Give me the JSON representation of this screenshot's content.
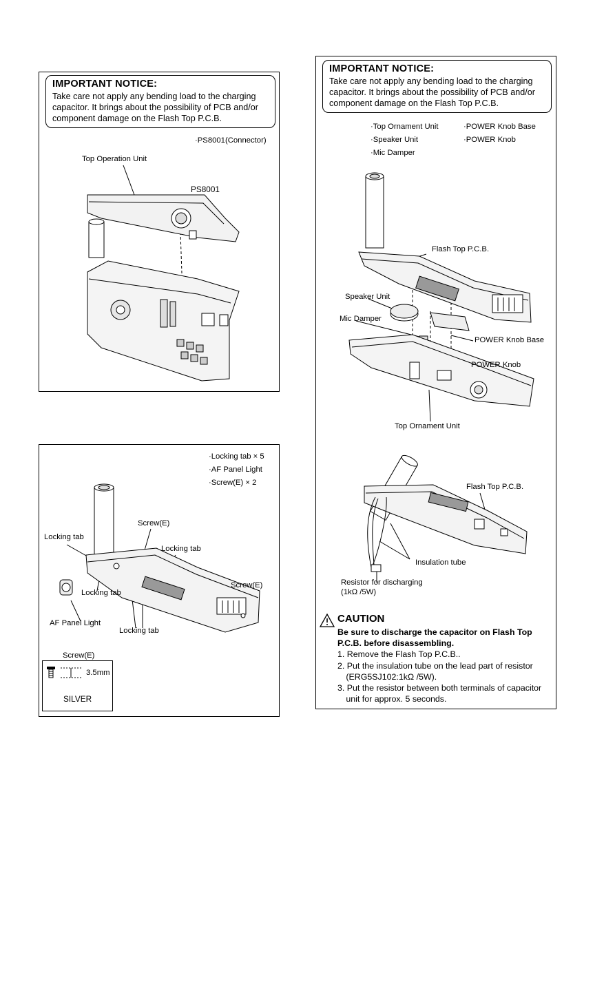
{
  "panel_a": {
    "notice_title": "IMPORTANT NOTICE:",
    "notice_lines": [
      "Take care not apply any bending load to the charging",
      "capacitor. It brings about the possibility of PCB and/or",
      "component damage on the Flash Top P.C.B."
    ],
    "step_items": [
      "·PS8001(Connector)"
    ],
    "labels": {
      "top_operation_unit": "Top Operation Unit",
      "ps8001": "PS8001"
    }
  },
  "panel_b": {
    "step_items": [
      "·Locking tab × 5",
      "·AF Panel Light",
      "·Screw(E) × 2"
    ],
    "labels": {
      "screw_e_1": "Screw(E)",
      "locking_tab_1": "Locking tab",
      "locking_tab_2": "Locking tab",
      "screw_e_2": "Screw(E)",
      "locking_tab_3": "Locking tab",
      "af_panel_light": "AF Panel Light",
      "locking_tab_4": "Locking tab"
    },
    "screw_table": {
      "header": "Screw(E)",
      "size": "3.5mm",
      "finish": "SILVER"
    }
  },
  "panel_c": {
    "notice_title": "IMPORTANT NOTICE:",
    "notice_lines": [
      "Take care not apply any bending load to the charging",
      "capacitor. It brings about the possibility of PCB and/or",
      "component damage on the Flash Top P.C.B."
    ],
    "step_items_left": [
      "·Top Ornament Unit",
      "·Speaker Unit",
      "·Mic Damper"
    ],
    "step_items_right": [
      "·POWER Knob Base",
      "·POWER Knob"
    ],
    "labels": {
      "flash_top_pcb_1": "Flash Top P.C.B.",
      "speaker_unit": "Speaker Unit",
      "mic_damper": "Mic Damper",
      "power_knob_base": "POWER Knob Base",
      "power_knob": "POWER Knob",
      "top_ornament_unit": "Top Ornament Unit",
      "flash_top_pcb_2": "Flash Top P.C.B.",
      "insulation_tube": "Insulation tube",
      "resistor_line1": "Resistor for discharging",
      "resistor_line2": "(1kΩ /5W)"
    },
    "caution": {
      "title": "CAUTION",
      "bold_lines": [
        "Be sure to discharge the capacitor on Flash Top",
        "P.C.B. before disassembling."
      ],
      "steps": [
        "1. Remove the Flash Top P.C.B..",
        "2. Put the insulation tube on the lead part of resistor",
        " (ERG5SJ102:1kΩ /5W).",
        "3. Put the resistor between both terminals of capacitor",
        " unit for approx. 5 seconds."
      ]
    }
  }
}
